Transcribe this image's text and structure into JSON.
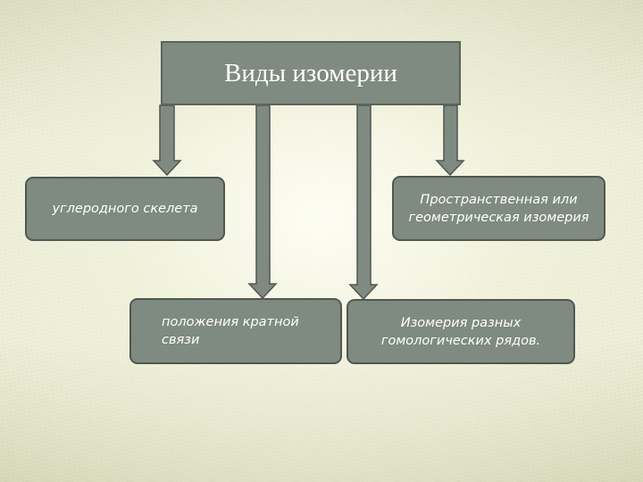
{
  "title": "Виды изомерии",
  "nodes": [
    {
      "label": "углеродного скелета"
    },
    {
      "label": "Пространственная или геометрическая изомерия"
    },
    {
      "label": "положения кратной связи"
    },
    {
      "label": "Изомерия разных гомологических рядов."
    }
  ],
  "colors": {
    "box_fill": "#7f8a80",
    "box_border": "#4f5750",
    "text": "#ffffff"
  }
}
